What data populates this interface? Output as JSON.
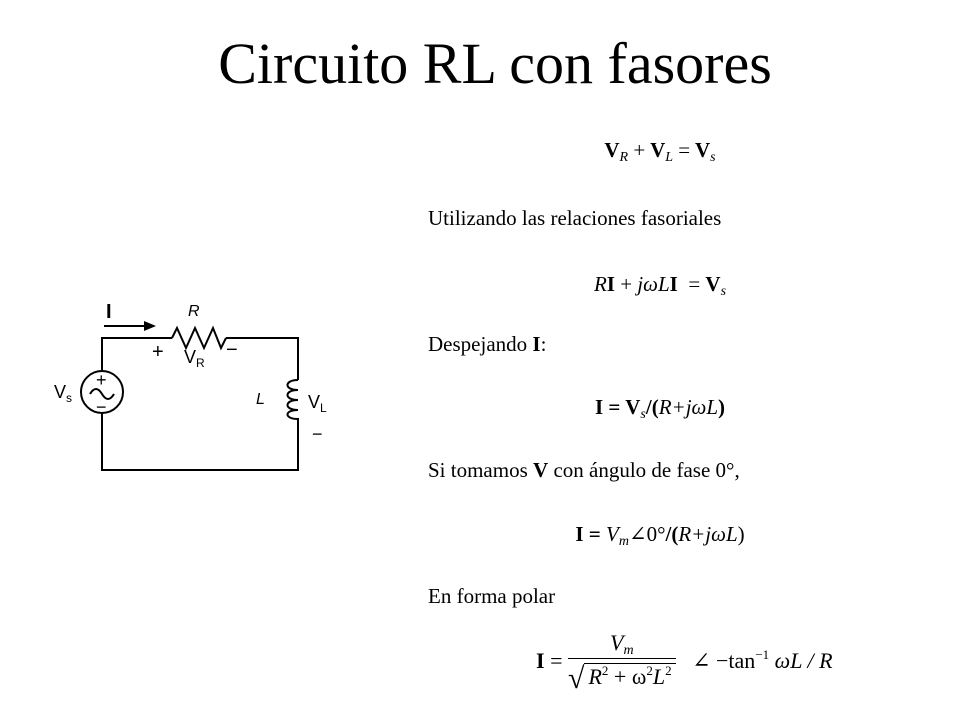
{
  "title": "Circuito RL con fasores",
  "eq1": {
    "vr_v": "V",
    "vr_sub": "R",
    "plus": "+",
    "vl_v": "V",
    "vl_sub": "L",
    "eq": "=",
    "vs_v": "V",
    "vs_sub": "s"
  },
  "text1": "Utilizando las relaciones fasoriales",
  "eq2": {
    "r": "R",
    "i1": "I",
    "plus": "+",
    "jwl": "jωL",
    "i2": "I",
    "eq": "=",
    "vs_v": "V",
    "vs_sub": "s"
  },
  "text2": {
    "label": "Despejando",
    "bold": "I",
    "end": ":"
  },
  "eq3": {
    "i": "I",
    "eq": "=",
    "vs_v": "V",
    "vs_sub": "s",
    "slash": "/",
    "open": "(",
    "rjwl": "R+jωL",
    "close": ")"
  },
  "text3": {
    "pre": "Si tomamos",
    "bold": "V",
    "post": "con ángulo de fase 0°,"
  },
  "eq4": {
    "i": "I",
    "eq": "=",
    "vm_v": "V",
    "vm_sub": "m",
    "angle": "∠",
    "deg": "0°",
    "slash": "/",
    "open": "(",
    "rjwl": "R+jωL",
    "close": ")"
  },
  "text4": "En forma polar",
  "eq5": {
    "i": "I",
    "eq": "=",
    "num_v": "V",
    "num_sub": "m",
    "sqrt": "√",
    "r": "R",
    "r_sup": "2",
    "plus": "+",
    "omega": "ω",
    "omega_sup": "2",
    "l": "L",
    "l_sup": "2",
    "angle": "∠",
    "minus": "−",
    "tan": "tan",
    "tan_sup": "−1",
    "rest": "ωL / R"
  },
  "circuit": {
    "current_label": "I",
    "r_label": "R",
    "vr_plus": "+",
    "vr_v": "V",
    "vr_sub": "R",
    "vr_minus": "−",
    "vs_v": "V",
    "vs_sub": "s",
    "src_plus": "+",
    "src_minus": "−",
    "l_label": "L",
    "vl_v": "V",
    "vl_sub": "L",
    "vl_minus": "−"
  }
}
